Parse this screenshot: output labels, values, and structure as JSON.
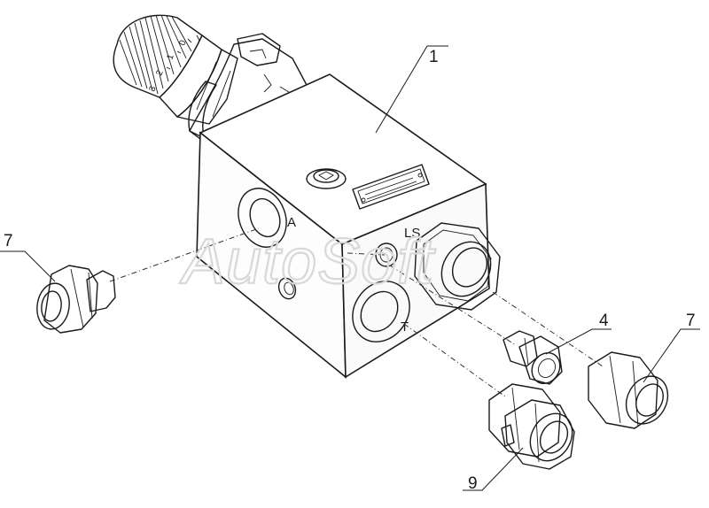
{
  "callouts": {
    "part_1": "1",
    "part_4": "4",
    "part_7_left": "7",
    "part_7_right": "7",
    "part_9": "9"
  },
  "ports": {
    "a": "A",
    "ls": "LS",
    "t": "T"
  },
  "dial": {
    "marks": [
      "3",
      "2",
      "1",
      "0"
    ]
  },
  "watermark": "AutoSoft"
}
